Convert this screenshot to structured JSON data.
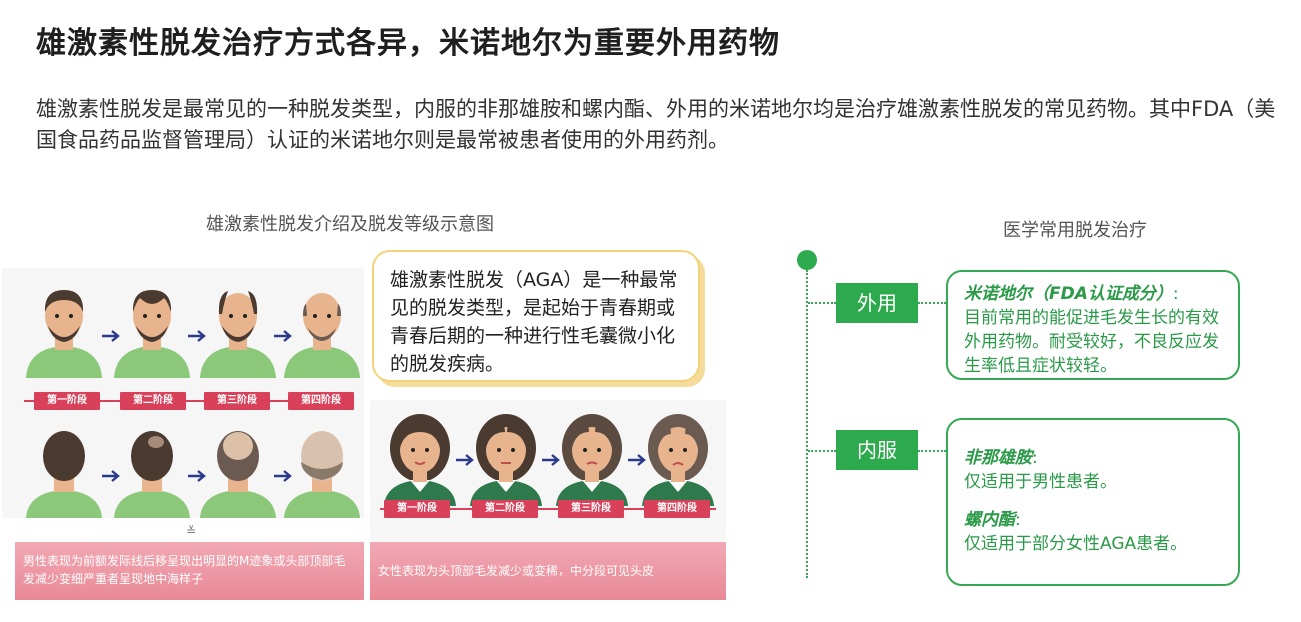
{
  "title": "雄激素性脱发治疗方式各异，米诺地尔为重要外用药物",
  "intro": "雄激素性脱发是最常见的一种脱发类型，内服的非那雄胺和螺内酯、外用的米诺地尔均是治疗雄激素性脱发的常见药物。其中FDA（美国食品药品监督管理局）认证的米诺地尔则是最常被患者使用的外用药剂。",
  "left": {
    "title": "雄激素性脱发介绍及脱发等级示意图",
    "stages": [
      "第一阶段",
      "第二阶段",
      "第三阶段",
      "第四阶段"
    ],
    "chevron": "≚",
    "male_caption": "男性表现为前额发际线后移呈现出明显的M迹象或头部顶部毛发减少变细严重者呈现地中海样子",
    "female_caption": "女性表现为头顶部毛发减少或变稀，中分段可见头皮",
    "bubble": "雄激素性脱发（AGA）是一种最常见的脱发类型，是起始于青春期或青春后期的一种进行性毛囊微小化的脱发疾病。"
  },
  "right": {
    "title": "医学常用脱发治疗",
    "external": {
      "tag": "外用",
      "drug": "米诺地尔（FDA认证成分）",
      "colon": ":",
      "desc": "目前常用的能促进毛发生长的有效外用药物。耐受较好，不良反应发生率低且症状较轻。"
    },
    "internal": {
      "tag": "内服",
      "drug1": "非那雄胺",
      "desc1": "仅适用于男性患者。",
      "drug2": "螺内酯",
      "desc2": "仅适用于部分女性AGA患者。",
      "colon": ":"
    }
  },
  "colors": {
    "green": "#2eaa4e",
    "pink": "#d9405a",
    "skin": "#e8b48e",
    "shirt": "#8cc87a",
    "hair": "#4a3a30",
    "bubble_border": "#f4d27a"
  }
}
